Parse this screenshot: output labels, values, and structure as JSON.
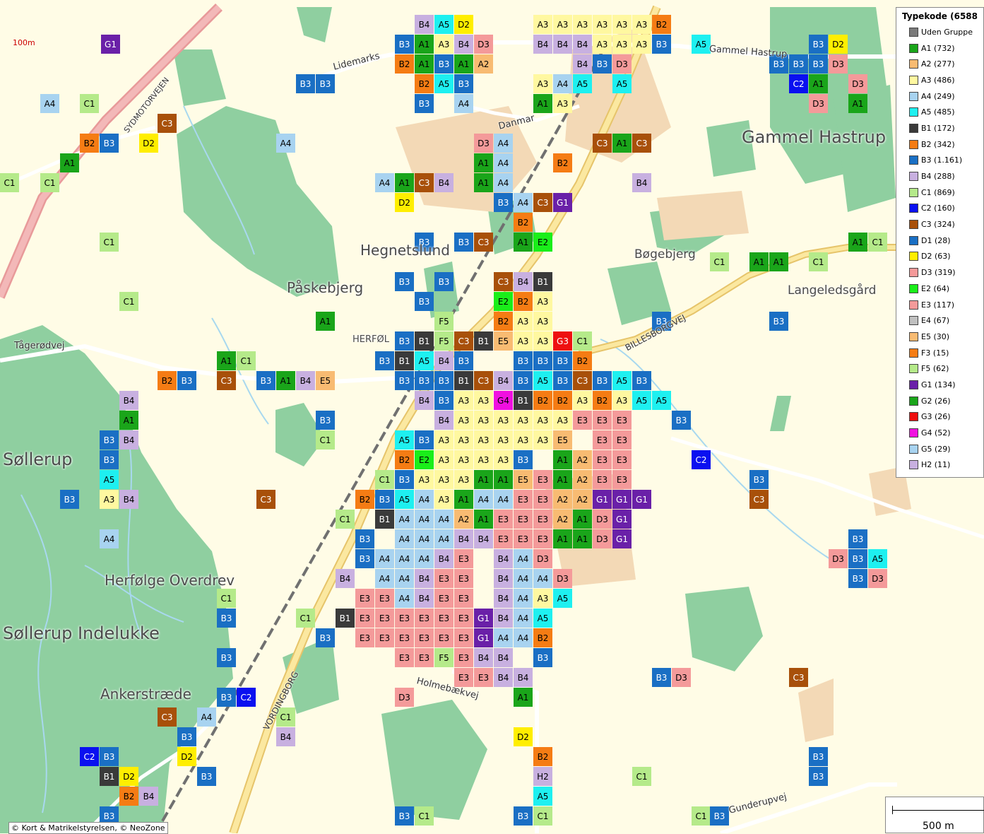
{
  "map_tag": "100m",
  "legend": {
    "title": "Typekode (6588",
    "items": [
      {
        "label": "Uden Gruppe",
        "color": "#7a7a7a"
      },
      {
        "label": "A1 (732)",
        "color": "#1aa51a"
      },
      {
        "label": "A2 (277)",
        "color": "#f8bb72"
      },
      {
        "label": "A3 (486)",
        "color": "#fff8a0"
      },
      {
        "label": "A4 (249)",
        "color": "#a8d3f0"
      },
      {
        "label": "A5 (485)",
        "color": "#1ef0f0"
      },
      {
        "label": "B1 (172)",
        "color": "#3a3a3a"
      },
      {
        "label": "B2 (342)",
        "color": "#f57c14"
      },
      {
        "label": "B3 (1.161)",
        "color": "#1a6fc4"
      },
      {
        "label": "B4 (288)",
        "color": "#c8b0e0"
      },
      {
        "label": "C1 (869)",
        "color": "#b5ea8a"
      },
      {
        "label": "C2 (160)",
        "color": "#0a10f0"
      },
      {
        "label": "C3 (324)",
        "color": "#a8500a"
      },
      {
        "label": "D1 (28)",
        "color": "#1a6fc4"
      },
      {
        "label": "D2 (63)",
        "color": "#ffee00"
      },
      {
        "label": "D3 (319)",
        "color": "#f49a9a"
      },
      {
        "label": "E2 (64)",
        "color": "#1aee1a"
      },
      {
        "label": "E3 (117)",
        "color": "#f49a9a"
      },
      {
        "label": "E4 (67)",
        "color": "#c0c0c0"
      },
      {
        "label": "E5 (30)",
        "color": "#f8bb72"
      },
      {
        "label": "F3 (15)",
        "color": "#f57c14"
      },
      {
        "label": "F5 (62)",
        "color": "#b5ea8a"
      },
      {
        "label": "G1 (134)",
        "color": "#6a20a8"
      },
      {
        "label": "G2 (26)",
        "color": "#1aa51a"
      },
      {
        "label": "G3 (26)",
        "color": "#ee1010"
      },
      {
        "label": "G4 (52)",
        "color": "#f010e0"
      },
      {
        "label": "G5 (29)",
        "color": "#a8d3f0"
      },
      {
        "label": "H2 (11)",
        "color": "#c8b0e0"
      }
    ]
  },
  "code_colors": {
    "A1": "#1aa51a",
    "A2": "#f8bb72",
    "A3": "#fff8a0",
    "A4": "#a8d3f0",
    "A5": "#1ef0f0",
    "B1": "#3a3a3a",
    "B2": "#f57c14",
    "B3": "#1a6fc4",
    "B4": "#c8b0e0",
    "C1": "#b5ea8a",
    "C2": "#0a10f0",
    "C3": "#a8500a",
    "D2": "#ffee00",
    "D3": "#f49a9a",
    "E2": "#1aee1a",
    "E3": "#f49a9a",
    "E5": "#f8bb72",
    "F5": "#b5ea8a",
    "G1": "#6a20a8",
    "G3": "#ee1010",
    "G4": "#f010e0",
    "H2": "#c8b0e0"
  },
  "dark_codes": [
    "B1",
    "B3",
    "C2",
    "C3",
    "G1",
    "G3"
  ],
  "place_names": [
    {
      "text": "Gammel Hastrup",
      "size": "large"
    },
    {
      "text": "Hegnetslund",
      "size": "medium"
    },
    {
      "text": "Påskebjerg",
      "size": "medium"
    },
    {
      "text": "Bøgebjerg",
      "size": "small"
    },
    {
      "text": "Langeledsgård",
      "size": "small"
    },
    {
      "text": "Søllerup",
      "size": "large"
    },
    {
      "text": "Herfølge Overdrev",
      "size": "medium"
    },
    {
      "text": "Søllerup Indelukke",
      "size": "large"
    },
    {
      "text": "Ankerstræde",
      "size": "medium"
    },
    {
      "text": "HERFØL",
      "size": "tiny"
    }
  ],
  "road_names": [
    "SYDMOTORVEJEN",
    "Lidemarks",
    "Tågerødvej",
    "Danmar",
    "BILLESBORGVEJ",
    "VORDINGBORG",
    "Holmebækvej",
    "Gunderupvej",
    "Gammel Hastrup"
  ],
  "scale": {
    "label": "500 m"
  },
  "copyright": "© Kort & Matrikelstyrelsen, © NeoZone",
  "cell_codes": [
    "B4",
    "A5",
    "D2",
    "A3",
    "A3",
    "A3",
    "A3",
    "A3",
    "A3",
    "B2",
    "G1",
    "B3",
    "A1",
    "A3",
    "B4",
    "D3",
    "B4",
    "B4",
    "B4",
    "A3",
    "A3",
    "A3",
    "B3",
    "A5",
    "B3",
    "D2",
    "B2",
    "A1",
    "B3",
    "A1",
    "A2",
    "B4",
    "B3",
    "D3",
    "B3",
    "B3",
    "B3",
    "D3",
    "B3",
    "B3",
    "B2",
    "A5",
    "B3",
    "A3",
    "A4",
    "A5",
    "A5",
    "C2",
    "A1",
    "D3",
    "B3",
    "A4",
    "A1",
    "A3",
    "D3",
    "A1",
    "A4",
    "C1",
    "C3",
    "B2",
    "B3",
    "D2",
    "A4",
    "D3",
    "A4",
    "C3",
    "A1",
    "C3",
    "A1",
    "A1",
    "A4",
    "B2",
    "C1",
    "C1",
    "A4",
    "A1",
    "C3",
    "B4",
    "A1",
    "A4",
    "B4",
    "D2",
    "B3",
    "A4",
    "C3",
    "G1",
    "B2",
    "C1",
    "B3",
    "B3",
    "C3",
    "A1",
    "E2",
    "A1",
    "C1",
    "C1",
    "A1",
    "A1",
    "C1",
    "B3",
    "B3",
    "C3",
    "B4",
    "B1",
    "C1",
    "B3",
    "E2",
    "B2",
    "A3",
    "B3",
    "F5",
    "B2",
    "A3",
    "A3",
    "A1",
    "B3",
    "B3",
    "B1",
    "F5",
    "C3",
    "B1",
    "E5",
    "A3",
    "A3",
    "G3",
    "C1",
    "A1",
    "C1",
    "B3",
    "B1",
    "A5",
    "B4",
    "B3",
    "B3",
    "B3",
    "B3",
    "B2",
    "B2",
    "B3",
    "C3",
    "B3",
    "A1",
    "B4",
    "E5",
    "B3",
    "B3",
    "B3",
    "B1",
    "C3",
    "B4",
    "B3",
    "A5",
    "B3",
    "C3",
    "B3",
    "A5",
    "B3",
    "B4",
    "B4",
    "B3",
    "A3",
    "A3",
    "G4",
    "B1",
    "B2",
    "B2",
    "A3",
    "B2",
    "A3",
    "A5",
    "A5",
    "A1",
    "B3",
    "B4",
    "A3",
    "A3",
    "A3",
    "A3",
    "A3",
    "A3",
    "E3",
    "E3",
    "E3",
    "B3",
    "B3",
    "B4",
    "C1",
    "A5",
    "B3",
    "A3",
    "A3",
    "A3",
    "A3",
    "A3",
    "A3",
    "E5",
    "E3",
    "E3",
    "B3",
    "B2",
    "E2",
    "A3",
    "A3",
    "A3",
    "A3",
    "B3",
    "A1",
    "A2",
    "E3",
    "E3",
    "C2",
    "A5",
    "C1",
    "B3",
    "A3",
    "A3",
    "A3",
    "A1",
    "A1",
    "E5",
    "E3",
    "A1",
    "A2",
    "E3",
    "E3",
    "B3",
    "B3",
    "A3",
    "B4",
    "C3",
    "B2",
    "B3",
    "A5",
    "A4",
    "A3",
    "A1",
    "A4",
    "A4",
    "E3",
    "E3",
    "A2",
    "A2",
    "G1",
    "G1",
    "G1",
    "C3",
    "C1",
    "B1",
    "A4",
    "A4",
    "A4",
    "A2",
    "A1",
    "E3",
    "E3",
    "E3",
    "A2",
    "A1",
    "D3",
    "G1",
    "D3",
    "A4",
    "B3",
    "A4",
    "A4",
    "A4",
    "B4",
    "B4",
    "E3",
    "E3",
    "E3",
    "A1",
    "A1",
    "D3",
    "G1",
    "B3",
    "B3",
    "A4",
    "A4",
    "A4",
    "B4",
    "E3",
    "B4",
    "A4",
    "D3",
    "D3",
    "B3",
    "A5",
    "B3",
    "B3",
    "B3",
    "B3",
    "B4",
    "A4",
    "A4",
    "B4",
    "E3",
    "E3",
    "B4",
    "A4",
    "A4",
    "D3",
    "B3",
    "D3",
    "B3",
    "B3",
    "B2",
    "A5",
    "C1",
    "E3",
    "E3",
    "A4",
    "B4",
    "E3",
    "E3",
    "B4",
    "A4",
    "A3",
    "A5",
    "A1",
    "C3",
    "B3",
    "C1",
    "B1",
    "E3",
    "E3",
    "E3",
    "E3",
    "E3",
    "E3",
    "G1",
    "B4",
    "A4",
    "A5",
    "A5",
    "B3",
    "E3",
    "E3",
    "E3",
    "E3",
    "E3",
    "E3",
    "G1",
    "A4",
    "A4",
    "B2",
    "A5",
    "B3",
    "E3",
    "E3",
    "F5",
    "E3",
    "B4",
    "B4",
    "B3",
    "A1",
    "E3",
    "E3",
    "B4",
    "B4",
    "B3",
    "D3",
    "C3",
    "B3",
    "C3",
    "A4",
    "D3",
    "A1",
    "C1",
    "B3",
    "C2",
    "B4",
    "B3",
    "D2",
    "C2",
    "B3",
    "D2",
    "B2",
    "A1",
    "B1",
    "D2",
    "H2",
    "B3",
    "B3",
    "B2",
    "B4",
    "B3",
    "A5",
    "B3",
    "B3",
    "C1",
    "C1",
    "B3",
    "C1",
    "C1",
    "B3"
  ]
}
